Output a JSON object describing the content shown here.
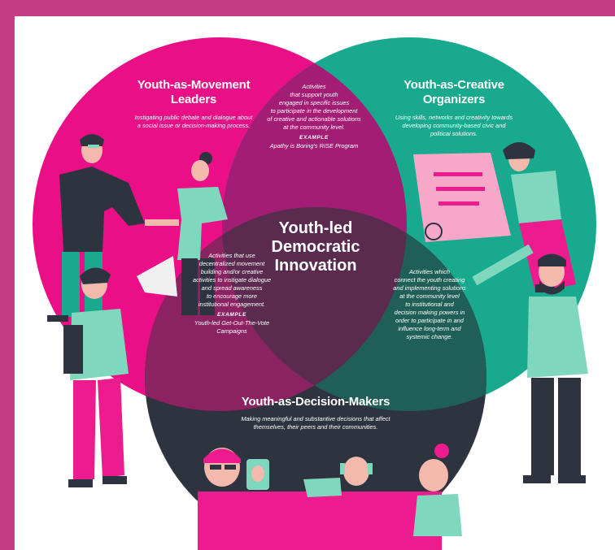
{
  "colors": {
    "frame": "#c23d86",
    "background": "#ffffff",
    "movement_circle": "#ea0f86",
    "creative_circle": "#19a98e",
    "decision_circle": "#2e3340",
    "overlap_movement_creative": "#a21d73",
    "overlap_movement_decision": "#8b2261",
    "overlap_creative_decision": "#1f5f57",
    "center_overlap": "#5a2b4f",
    "figure_skin": "#f2b9ac",
    "figure_mint": "#7fd8bd",
    "figure_pink": "#ec1c8e",
    "figure_dark": "#2e3340"
  },
  "movement": {
    "title_line1": "Youth-as-Movement",
    "title_line2": "Leaders",
    "desc_line1": "Instigating public debate and dialogue about",
    "desc_line2": "a social issue or decision-making process."
  },
  "creative": {
    "title_line1": "Youth-as-Creative",
    "title_line2": "Organizers",
    "desc_line1": "Using skills, networks and creativity towards",
    "desc_line2": "developing community-based civic and",
    "desc_line3": "political solutions."
  },
  "decision": {
    "title": "Youth-as-Decision-Makers",
    "desc_line1": "Making meaningful and substantive decisions that affect",
    "desc_line2": "themselves, their peers and their communities."
  },
  "center": {
    "line1": "Youth-led",
    "line2": "Democratic",
    "line3": "Innovation"
  },
  "overlap_top": {
    "lines": [
      "Activities",
      "that support youth",
      "engaged in specific issues",
      "to participate in the development",
      "of creative and actionable solutions",
      "at the community level."
    ],
    "example_label": "EXAMPLE",
    "example": "Apathy is Boring's RISE Program"
  },
  "overlap_left": {
    "lines": [
      "Activities that use",
      "decentralized movement",
      "building and/or creative",
      "activities to instigate dialogue",
      "and spread awareness",
      "to encourage more",
      "institutional engagement."
    ],
    "example_label": "EXAMPLE",
    "example_line1": "Youth-led Get-Out-The-Vote",
    "example_line2": "Campaigns"
  },
  "overlap_right": {
    "lines": [
      "Activities which",
      "connect the youth creating",
      "and implementing solutions",
      "at the community level",
      "to institutional and",
      "decision making powers in",
      "order to participate in and",
      "influence long-term and",
      "systemic change."
    ]
  }
}
